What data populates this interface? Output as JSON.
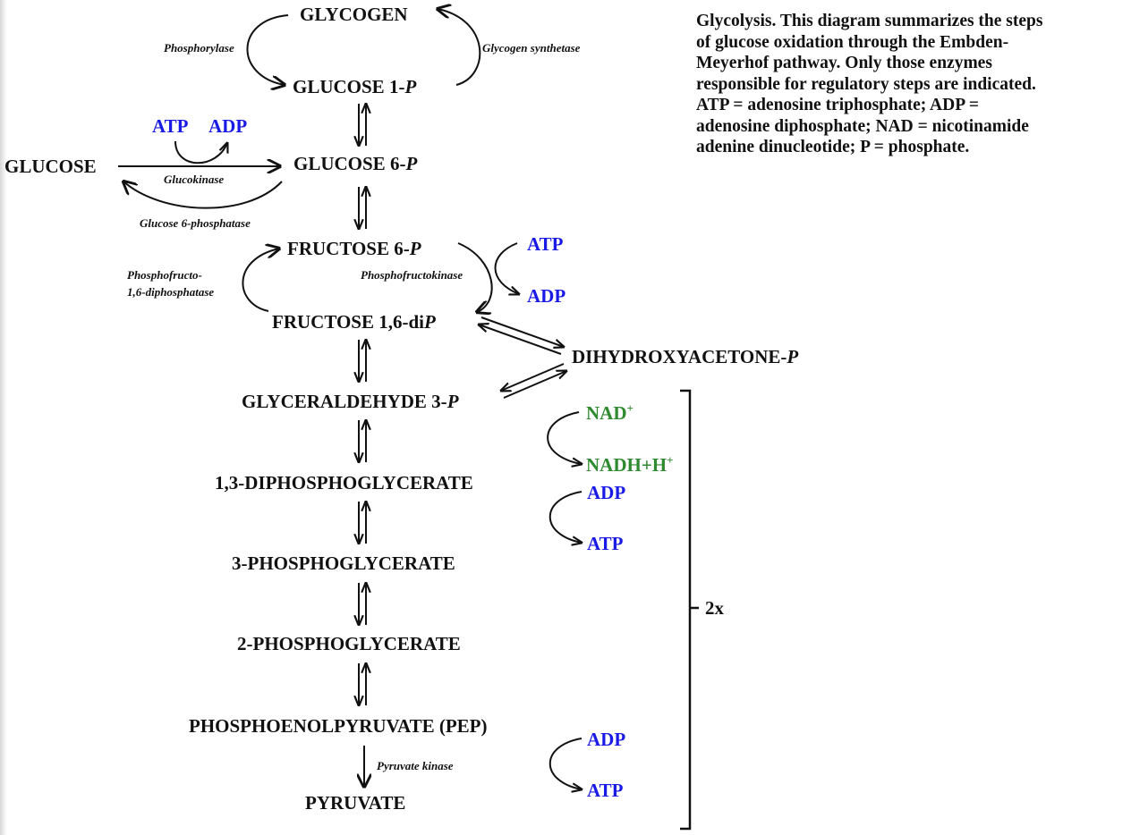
{
  "metabolites": {
    "glycogen": "GLYCOGEN",
    "glucose_1p": {
      "text": "GLUCOSE 1-",
      "p": "P"
    },
    "glucose": "GLUCOSE",
    "glucose_6p": {
      "text": "GLUCOSE 6-",
      "p": "P"
    },
    "fructose_6p": {
      "text": "FRUCTOSE 6-",
      "p": "P"
    },
    "fructose_16dip": {
      "text": "FRUCTOSE 1,6-di",
      "p": "P"
    },
    "dhap": {
      "text": "DIHYDROXYACETONE-",
      "p": "P"
    },
    "g3p": {
      "text": "GLYCERALDEHYDE 3-",
      "p": "P"
    },
    "bpg": "1,3-DIPHOSPHOGLYCERATE",
    "pg3": "3-PHOSPHOGLYCERATE",
    "pg2": "2-PHOSPHOGLYCERATE",
    "pep": "PHOSPHOENOLPYRUVATE (PEP)",
    "pyruvate": "PYRUVATE"
  },
  "enzymes": {
    "phosphorylase": "Phosphorylase",
    "glycogen_synthetase": "Glycogen synthetase",
    "glucokinase": "Glucokinase",
    "glucose_6_phosphatase": "Glucose 6-phosphatase",
    "phosphofructo_diphosphatase_l1": "Phosphofructo-",
    "phosphofructo_diphosphatase_l2": "1,6-diphosphatase",
    "phosphofructokinase": "Phosphofructokinase",
    "pyruvate_kinase": "Pyruvate kinase"
  },
  "cofactors": {
    "glucokinase_atp": "ATP",
    "glucokinase_adp": "ADP",
    "pfk_atp": "ATP",
    "pfk_adp": "ADP",
    "nad": "NAD",
    "nad_sup": "+",
    "nadh": "NADH+H",
    "nadh_sup": "+",
    "pgk_adp": "ADP",
    "pgk_atp": "ATP",
    "pk_adp": "ADP",
    "pk_atp": "ATP"
  },
  "multiplier": "2x",
  "caption": [
    "Glycolysis.  This diagram summarizes the steps",
    "of glucose oxidation through the Embden-",
    "Meyerhof pathway.  Only those enzymes",
    "responsible for regulatory steps are indicated.",
    "ATP = adenosine triphosphate; ADP =",
    "adenosine diphosphate; NAD = nicotinamide",
    "adenine dinucleotide; P = phosphate."
  ],
  "colors": {
    "text": "#111111",
    "atp_adp": "#1a1ae6",
    "nad": "#2e8a2e"
  }
}
